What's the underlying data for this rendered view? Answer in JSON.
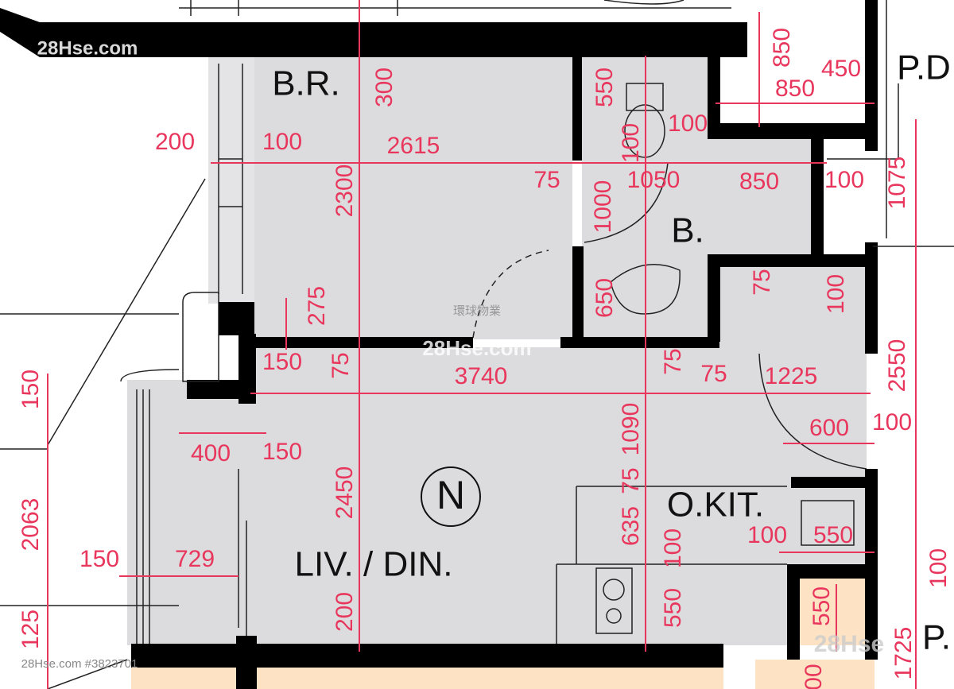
{
  "rooms": {
    "bedroom": "B.R.",
    "bathroom": "B.",
    "open_kitchen": "O.KIT.",
    "living_dining": "LIV. / DIN.",
    "north_marker": "N",
    "pd_top": "P.D",
    "p_bottom": "P."
  },
  "dimensions": {
    "d850_top_v": "850",
    "d450": "450",
    "d850_h": "850",
    "d100_pd": "100",
    "d300": "300",
    "d550_wc": "550",
    "d100_wc": "100",
    "d200_left": "200",
    "d100_left": "100",
    "d2615": "2615",
    "d75_br": "75",
    "d1050": "1050",
    "d850_b": "850",
    "d100_b": "100",
    "d2300": "2300",
    "d1000": "1000",
    "d1075": "1075",
    "d275": "275",
    "d650": "650",
    "d75_corr": "75",
    "d100_corr": "100",
    "d150_a": "150",
    "d75_liv": "75",
    "d3740": "3740",
    "d75_mid": "75",
    "d75_kit": "75",
    "d1225": "1225",
    "d2550": "2550",
    "d600": "600",
    "d100_r": "100",
    "d1090": "1090",
    "d400": "400",
    "d150_b": "150",
    "d150_left": "150",
    "d2063": "2063",
    "d75_k2": "75",
    "d635": "635",
    "d100_k": "100",
    "d100_ks": "100",
    "d550_ks": "550",
    "d2450": "2450",
    "d150_bal": "150",
    "d729": "729",
    "d100_far": "100",
    "d550_wm": "550",
    "d550_st": "550",
    "d200_bot": "200",
    "d125": "125",
    "d1725": "1725",
    "d00": "00"
  },
  "watermarks": {
    "top_left": "28Hse.com",
    "center_cn": "環球物業",
    "center": "28Hse.com",
    "bottom_left": "28Hse.com #3823701",
    "bottom_right": "28Hse"
  },
  "colors": {
    "dimension": "#e8365d",
    "floor": "#dcdcde",
    "wall": "#000000",
    "kitchen_floor": "#fde3c4"
  }
}
